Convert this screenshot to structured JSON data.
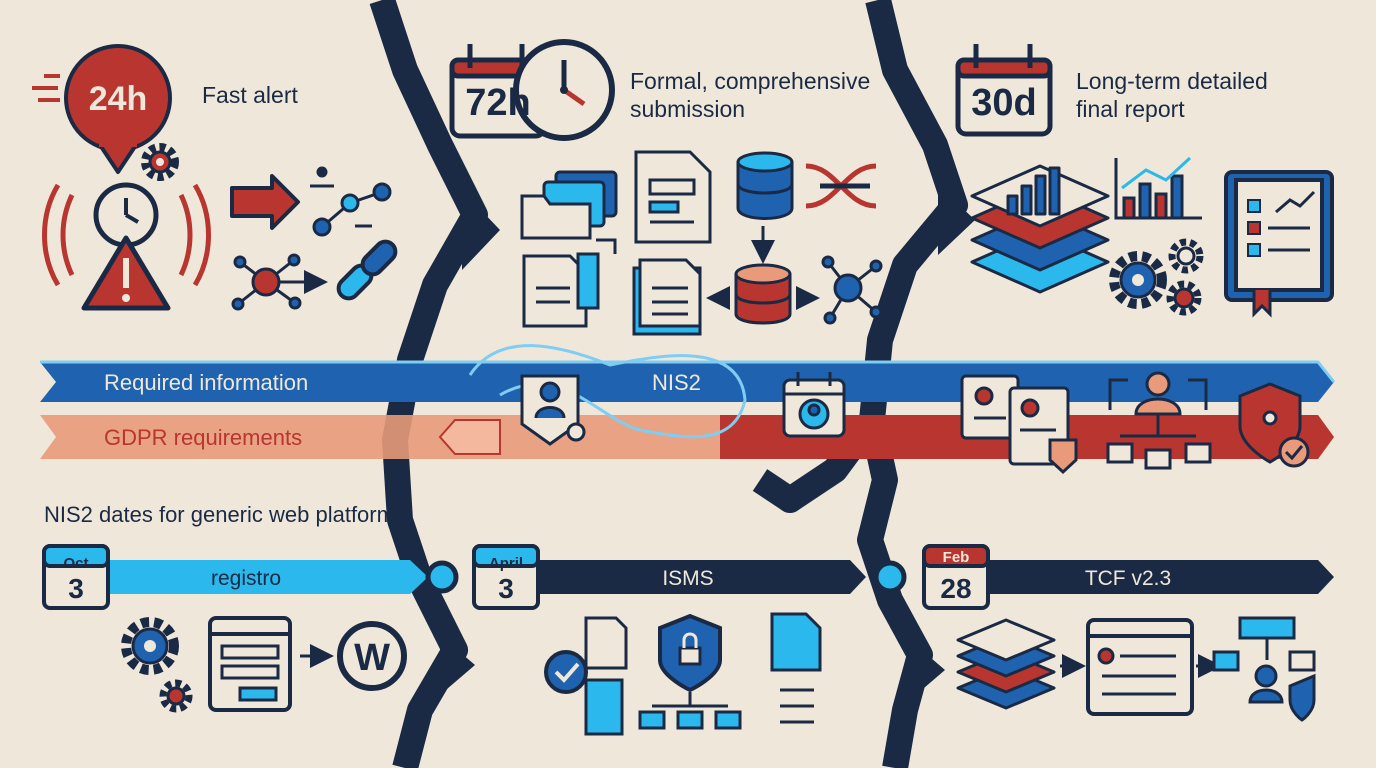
{
  "phases": [
    {
      "badge": "24h",
      "label": "Fast alert"
    },
    {
      "badge": "72h",
      "label_line1": "Formal, comprehensive",
      "label_line2": "submission"
    },
    {
      "badge": "30d",
      "label_line1": "Long-term detailed",
      "label_line2": "final report"
    }
  ],
  "bands": {
    "required": "Required information",
    "nis2": "NIS2",
    "gdpr": "GDPR requirements"
  },
  "dates_section": {
    "title": "NIS2 dates for generic web platform",
    "tracks": [
      {
        "month": "Oct",
        "day": "3",
        "label": "registro"
      },
      {
        "month": "April",
        "day": "3",
        "label": "ISMS"
      },
      {
        "month": "Feb",
        "day": "28",
        "label": "TCF v2.3"
      }
    ]
  },
  "colors": {
    "background": "#efe8da",
    "navy": "#1b2a44",
    "red": "#b8362f",
    "blue": "#1f63b0",
    "cyan": "#2bb8ec",
    "salmon": "#e89a7a"
  }
}
